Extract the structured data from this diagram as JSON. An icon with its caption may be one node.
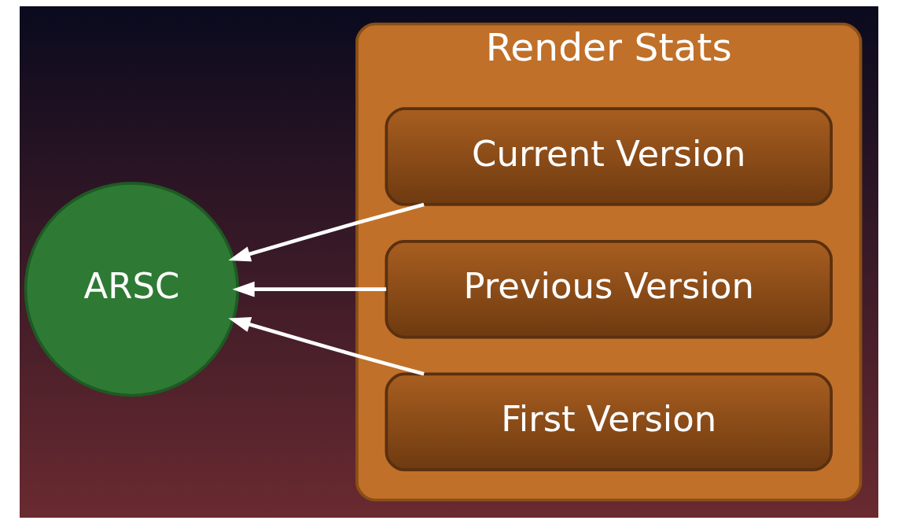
{
  "diagram": {
    "nodes": [
      {
        "text": [
          "Render Stats"
        ]
      },
      {
        "text": [
          "Current Version"
        ],
        "in": 0
      },
      {
        "text": [
          "Previous Version"
        ],
        "in": 0
      },
      {
        "text": [
          "First Version"
        ],
        "in": 0
      },
      {
        "text": [
          "ARSC"
        ]
      }
    ],
    "edges": [
      {
        "from": 1,
        "to": 4,
        "arrow": "to"
      },
      {
        "from": 2,
        "to": 4,
        "arrow": "to"
      },
      {
        "from": 3,
        "to": 4,
        "arrow": "to"
      }
    ]
  }
}
